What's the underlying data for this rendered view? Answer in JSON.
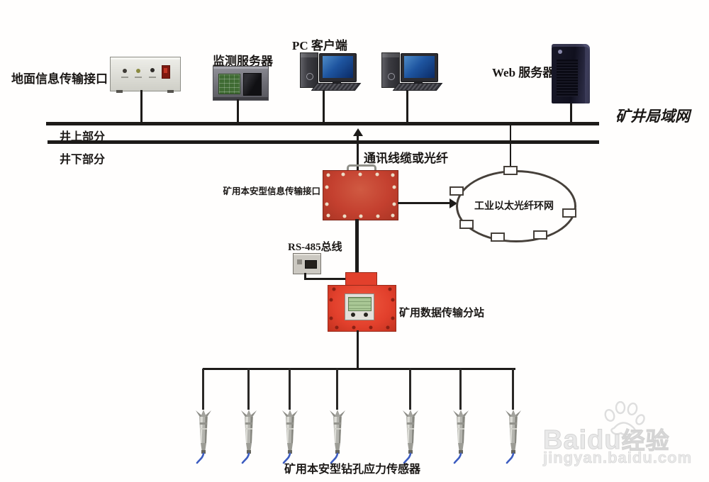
{
  "diagram": {
    "labels": {
      "ground_interface": "地面信息传输接口",
      "monitor_server": "监测服务器",
      "pc_client": "PC 客户端",
      "web_server": "Web 服务器",
      "mine_lan": "矿井局域网",
      "surface_part": "井上部分",
      "underground_part": "井下部分",
      "comm_cable": "通讯线缆或光纤",
      "safe_interface": "矿用本安型信息传输接口",
      "fiber_ring": "工业以太光纤环网",
      "rs485_bus": "RS-485总线",
      "substation": "矿用数据传输分站",
      "sensors": "矿用本安型钻孔应力传感器"
    },
    "sensors": {
      "count": 7
    },
    "colors": {
      "enclosure_red": "#c4402f",
      "substation_red": "#e2402c",
      "line_black": "#1d1b19",
      "wire_blue": "#3c5cc0"
    }
  },
  "watermark": {
    "brand": "Baidu",
    "suffix": "经验",
    "url": "jingyan.baidu.com"
  }
}
